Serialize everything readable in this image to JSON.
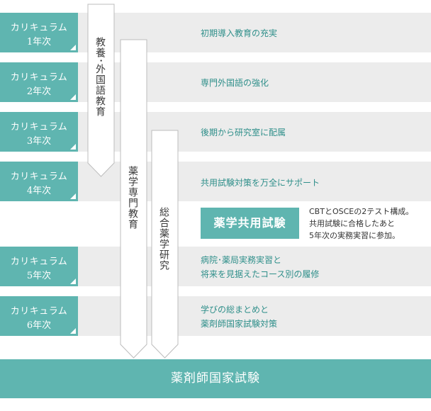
{
  "curricula": [
    {
      "label": "カリキュラム",
      "year": "1年次",
      "text": "初期導入教育の充実"
    },
    {
      "label": "カリキュラム",
      "year": "2年次",
      "text": "専門外国語の強化"
    },
    {
      "label": "カリキュラム",
      "year": "3年次",
      "text": "後期から研究室に配属"
    },
    {
      "label": "カリキュラム",
      "year": "4年次",
      "text": "共用試験対策を万全にサポート"
    },
    {
      "label": "カリキュラム",
      "year": "5年次",
      "text": "病院･薬局実務実習と\n将来を見据えたコース別の履修"
    },
    {
      "label": "カリキュラム",
      "year": "6年次",
      "text": "学びの総まとめと\n薬剤師国家試験対策"
    }
  ],
  "arrows": {
    "arrow1": "教養･外国語教育",
    "arrow2": "薬学専門教育",
    "arrow3": "総合薬学研究"
  },
  "exam": {
    "title": "薬学共用試験",
    "note": "CBTとOSCEの2テスト構成。\n共用試験に合格したあと\n5年次の実務実習に参加。"
  },
  "final": {
    "label": "薬剤師国家試験"
  },
  "colors": {
    "teal": "#5fb5b0",
    "band": "#ececec",
    "text_teal": "#2f8f8a"
  }
}
